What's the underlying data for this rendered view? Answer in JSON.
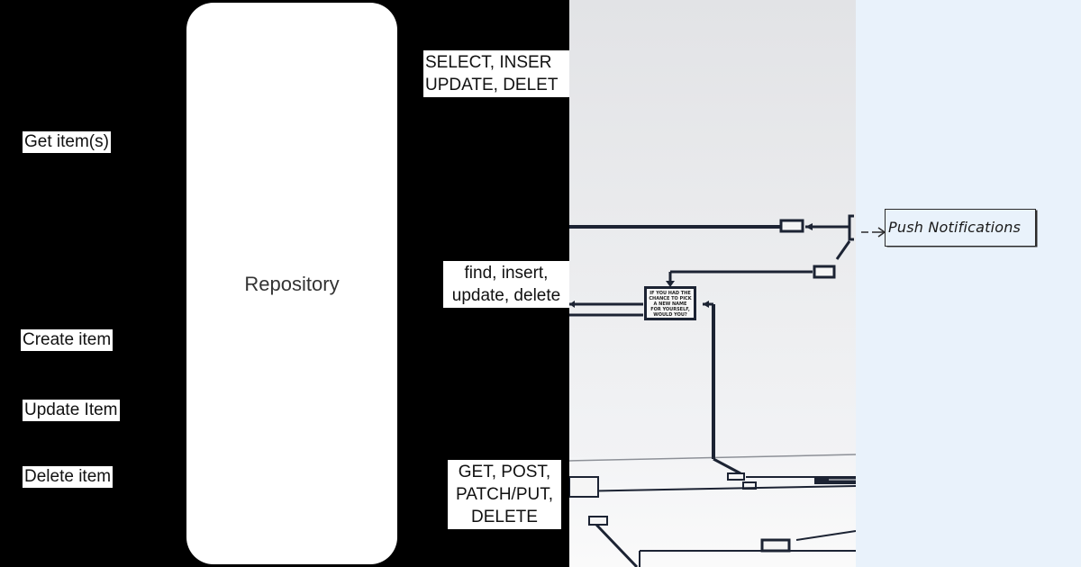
{
  "left_panel": {
    "repository_label": "Repository",
    "left_actions": [
      "Get item(s)",
      "Create item",
      "Update Item",
      "Delete item"
    ],
    "sql_lines": [
      "SELECT, INSER",
      "UPDATE, DELET"
    ],
    "orm_lines": [
      "find, insert,",
      "update, delete"
    ],
    "http_lines": [
      "GET, POST,",
      "PATCH/PUT,",
      "DELETE"
    ]
  },
  "middle_panel": {
    "sign_text": "IF YOU HAD THE CHANCE TO PICK A NEW NAME FOR YOURSELF, WOULD YOU?"
  },
  "right_panel": {
    "push_label": "Push Notifications"
  }
}
